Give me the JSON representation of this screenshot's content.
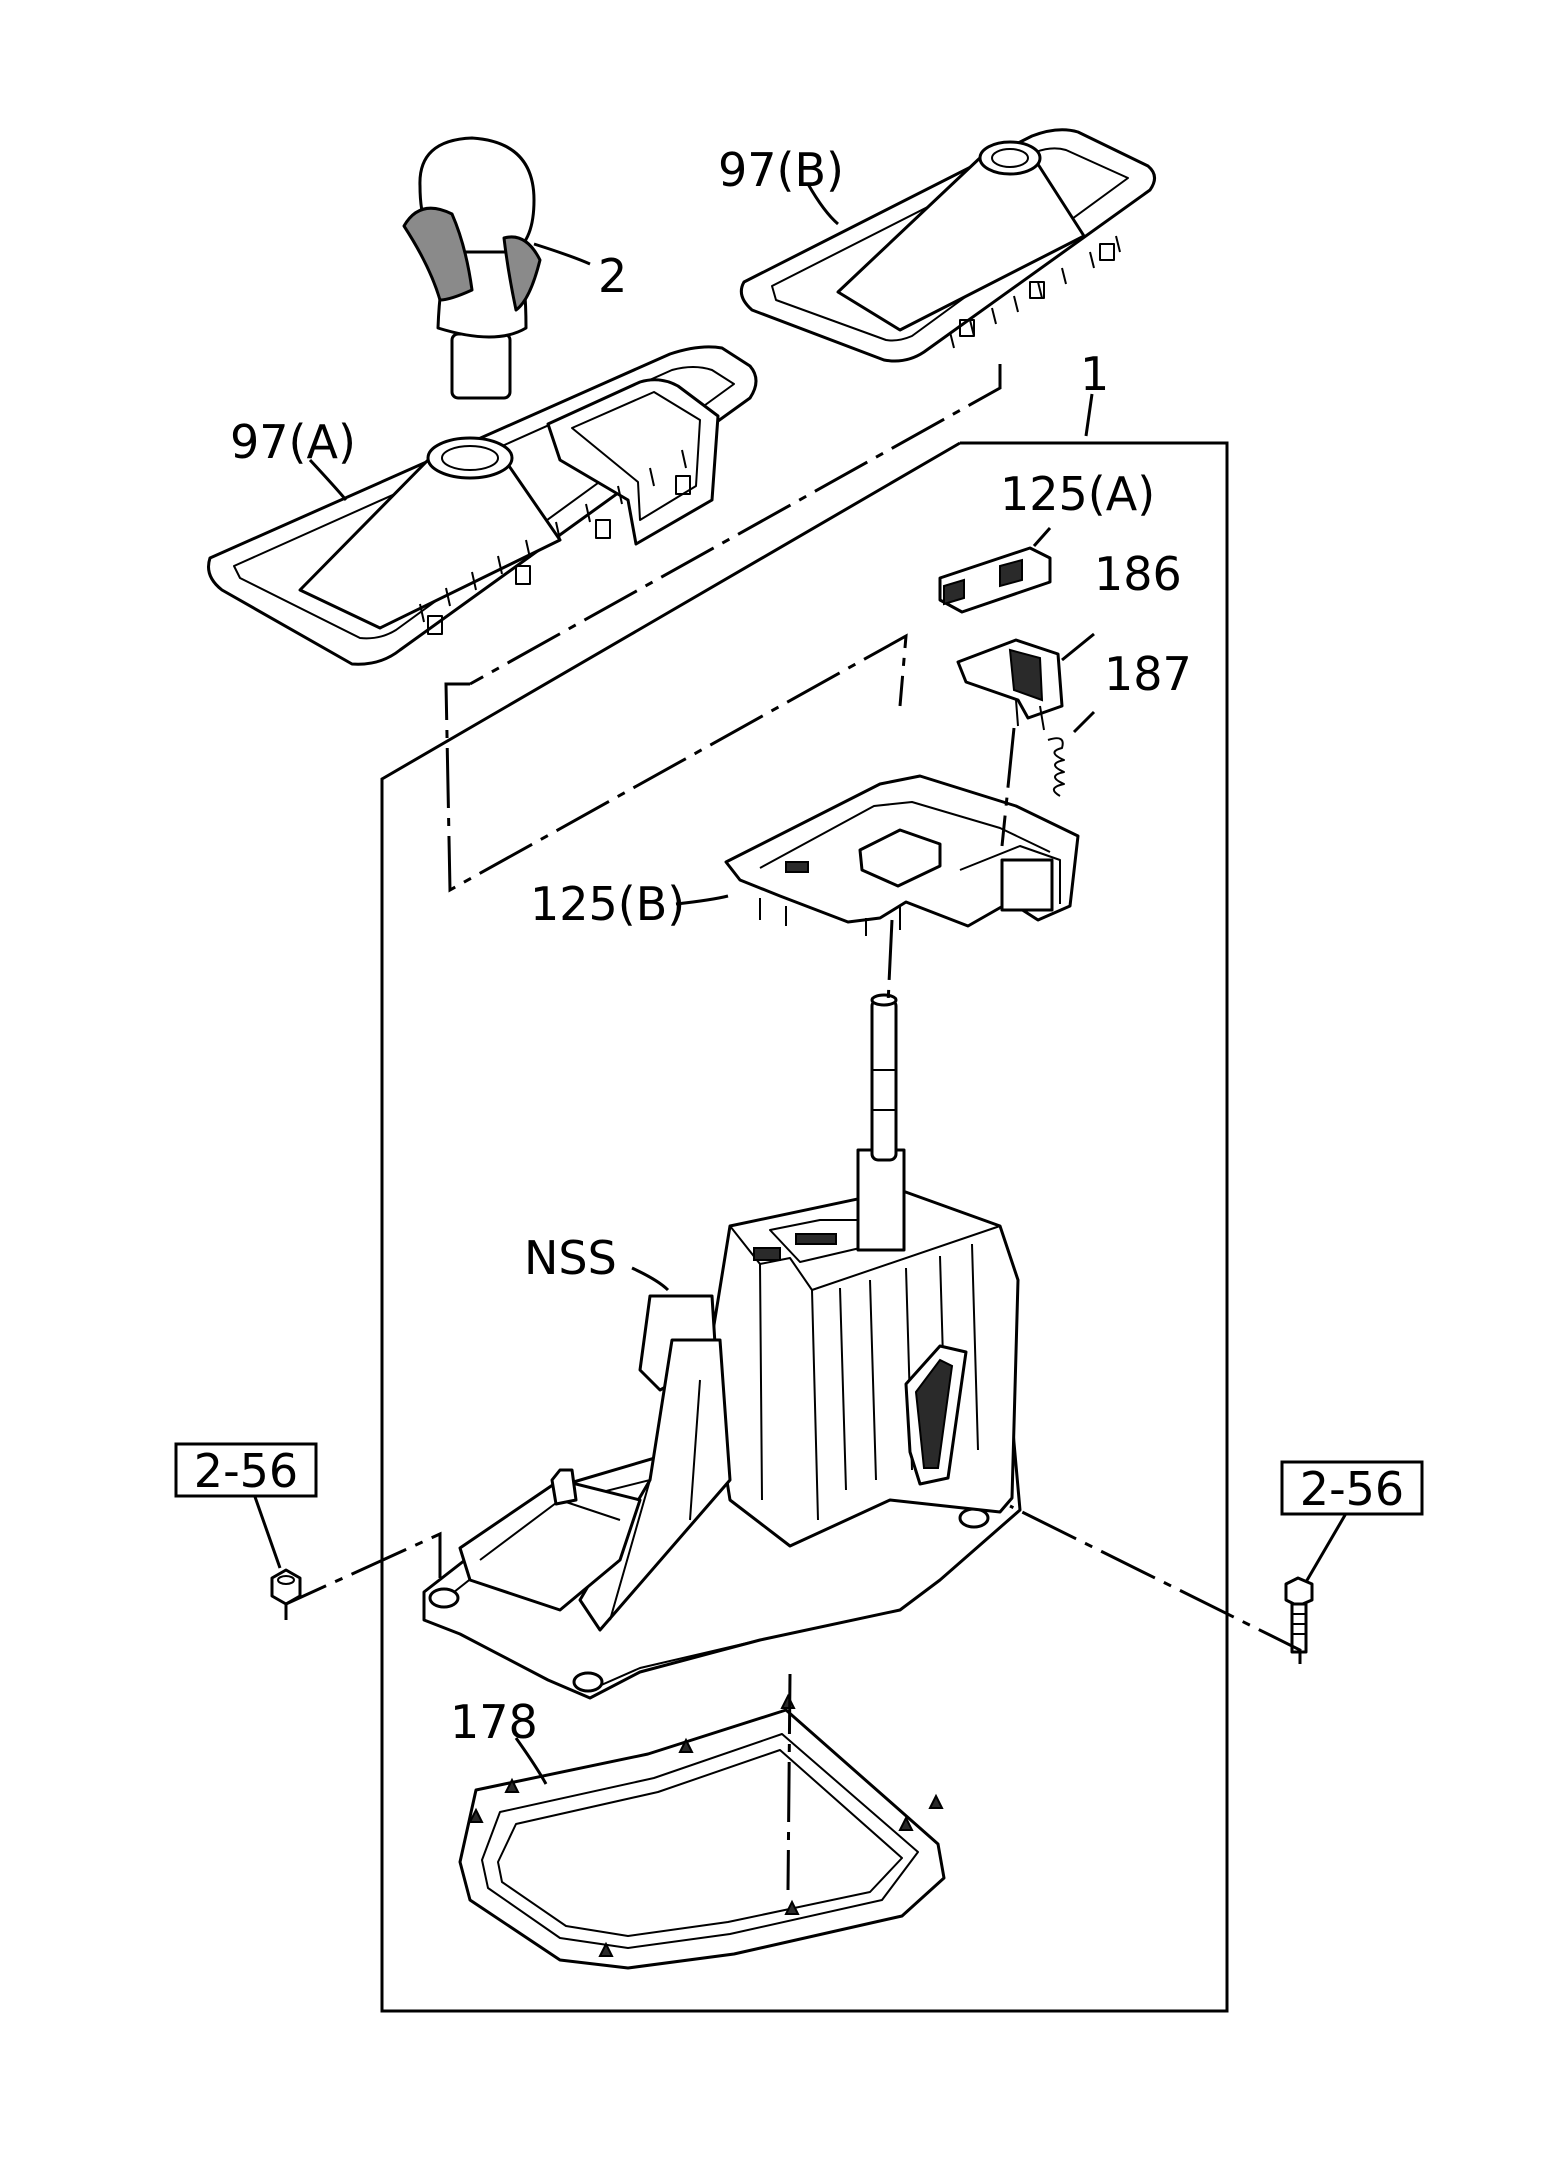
{
  "labels": {
    "knob": "2",
    "cover_a": "97(A)",
    "cover_b": "97(B)",
    "assembly": "1",
    "indicator_a": "125(A)",
    "indicator_b": "125(B)",
    "part_186": "186",
    "part_187": "187",
    "nss": "NSS",
    "gasket": "178",
    "ref_left": "2-56",
    "ref_right": "2-56"
  },
  "colors": {
    "line": "#000000",
    "background": "#ffffff",
    "shade": "#8a8a8a"
  }
}
